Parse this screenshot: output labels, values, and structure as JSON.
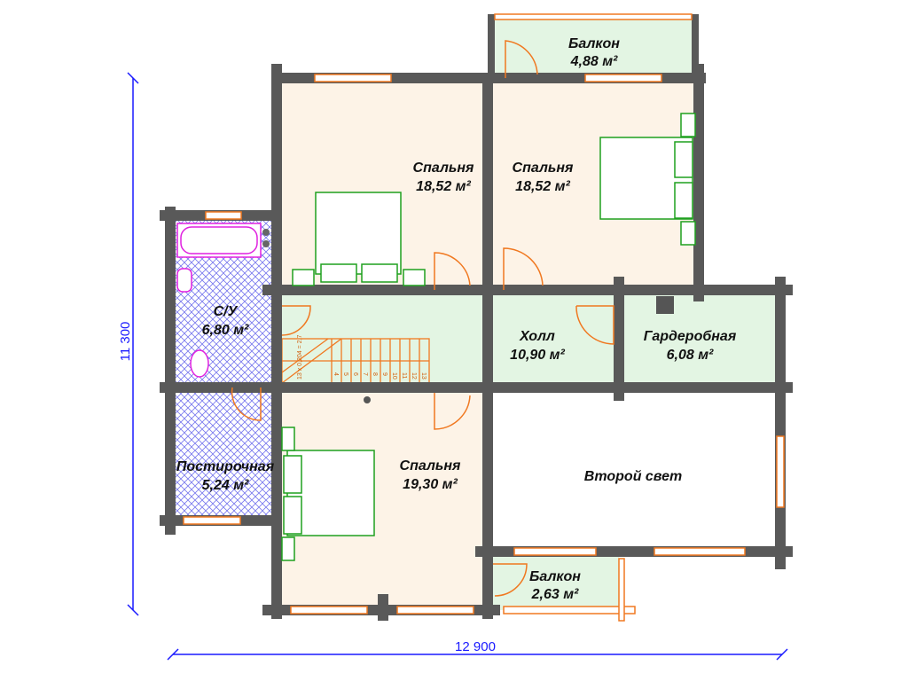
{
  "rooms": [
    {
      "name": "Балкон",
      "area": "4,88 м²"
    },
    {
      "name": "Спальня",
      "area": "18,52 м²"
    },
    {
      "name": "Спальня",
      "area": "18,52 м²"
    },
    {
      "name": "С/У",
      "area": "6,80 м²"
    },
    {
      "name": "Холл",
      "area": "10,90 м²"
    },
    {
      "name": "Гардеробная",
      "area": "6,08 м²"
    },
    {
      "name": "Постирочная",
      "area": "5,24 м²"
    },
    {
      "name": "Спальня",
      "area": "19,30 м²"
    },
    {
      "name": "Второй свет",
      "area": ""
    },
    {
      "name": "Балкон",
      "area": "2,63 м²"
    }
  ],
  "dimensions": {
    "height": "11 300",
    "width": "12 900"
  },
  "stair": {
    "formula": "13 x 0,204 = 2,7",
    "steps": [
      "4",
      "5",
      "6",
      "7",
      "8",
      "9",
      "10",
      "11",
      "12",
      "13"
    ]
  },
  "colors": {
    "wall": "#595959",
    "bedroom": "#fdf3e7",
    "hall": "#e3f5e3",
    "accent": "#f07820",
    "dimension": "#1a1aff"
  }
}
